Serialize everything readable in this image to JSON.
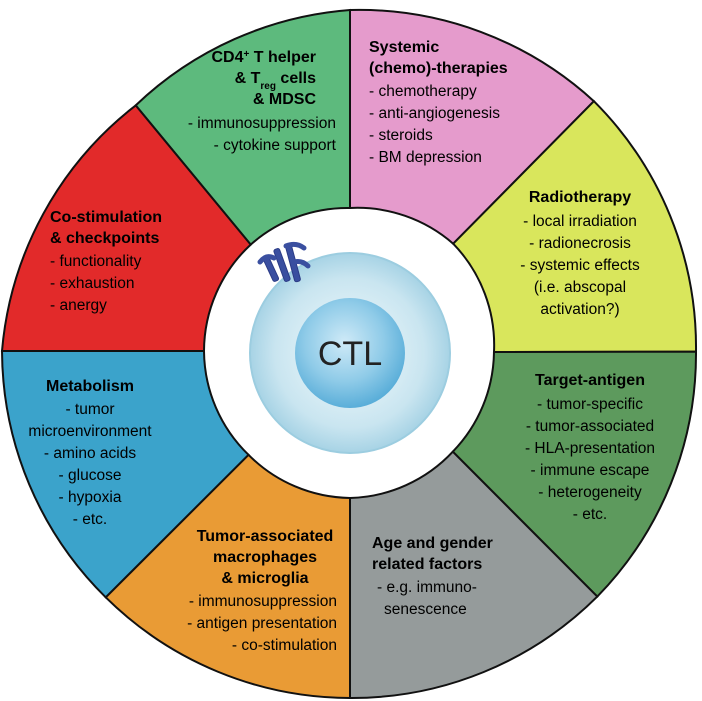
{
  "center": {
    "label": "CTL"
  },
  "segments": {
    "cd4": {
      "color": "#5dba7d",
      "title_line1": "CD4",
      "title_line1_sup": "+",
      "title_line1_rest": " T helper",
      "title_line2_prefix": "& T",
      "title_line2_sub": "reg",
      "title_line2_rest": " cells",
      "title_line3": "& MDSC",
      "items": [
        "- immunosuppression",
        "- cytokine support"
      ]
    },
    "systemic": {
      "color": "#e59bcc",
      "title": [
        "Systemic",
        "(chemo)-therapies"
      ],
      "items": [
        "- chemotherapy",
        "- anti-angiogenesis",
        "- steroids",
        "- BM depression"
      ]
    },
    "radiotherapy": {
      "color": "#d9e65c",
      "title": [
        "Radiotherapy"
      ],
      "items": [
        "- local irradiation",
        "- radionecrosis",
        "- systemic effects",
        "(i.e. abscopal",
        "activation?)"
      ]
    },
    "target_antigen": {
      "color": "#5d9a5d",
      "title": [
        "Target-antigen"
      ],
      "items": [
        "- tumor-specific",
        "- tumor-associated",
        "- HLA-presentation",
        "- immune escape",
        "- heterogeneity",
        "- etc."
      ]
    },
    "age_gender": {
      "color": "#959b9b",
      "title": [
        "Age and gender",
        "related factors"
      ],
      "items": [
        "- e.g. immuno-",
        "senescence"
      ]
    },
    "macrophages": {
      "color": "#e99b35",
      "title": [
        "Tumor-associated",
        "macrophages",
        "& microglia"
      ],
      "items": [
        "- immunosuppression",
        "- antigen presentation",
        "- co-stimulation"
      ]
    },
    "metabolism": {
      "color": "#3ba3cb",
      "title": [
        "Metabolism"
      ],
      "items": [
        "- tumor",
        "microenvironment",
        "- amino acids",
        "- glucose",
        "- hypoxia",
        "- etc."
      ]
    },
    "costim": {
      "color": "#e22a2a",
      "title": [
        "Co-stimulation",
        "& checkpoints"
      ],
      "items": [
        "- functionality",
        "- exhaustion",
        "- anergy"
      ]
    }
  }
}
